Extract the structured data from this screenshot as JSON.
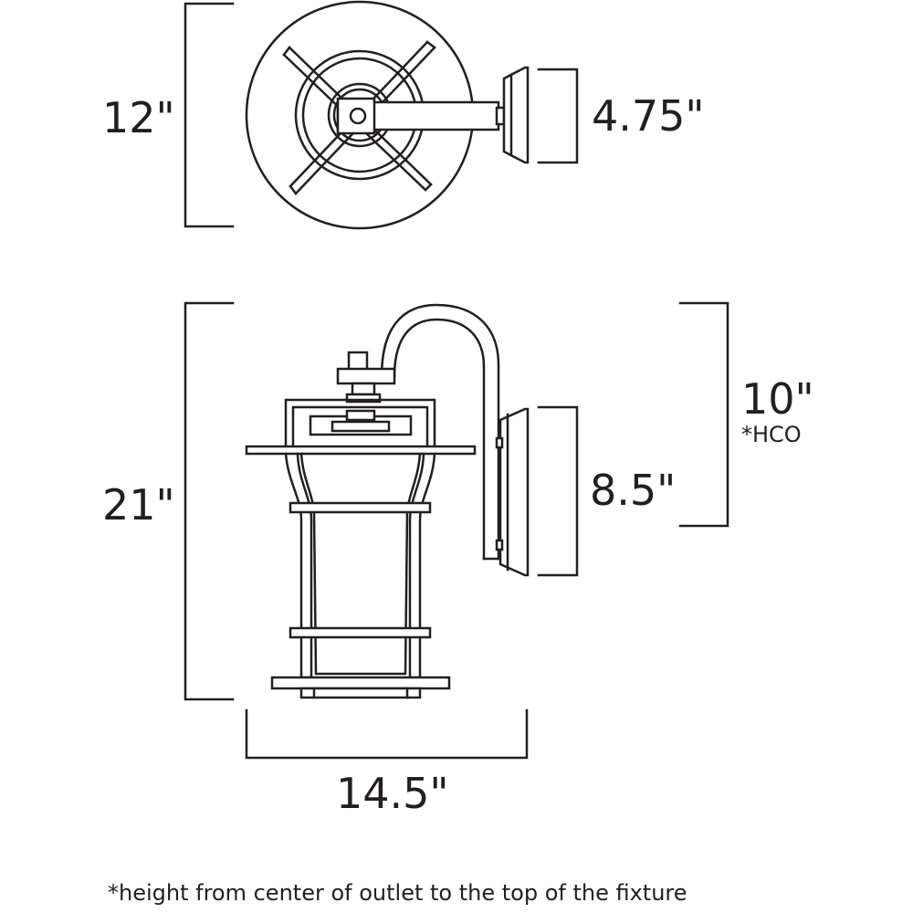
{
  "dimensions": {
    "top_height": "12\"",
    "backplate_width": "4.75\"",
    "overall_height": "21\"",
    "backplate_height": "8.5\"",
    "hco": "10\"",
    "hco_note": "*HCO",
    "overall_width": "14.5\""
  },
  "footnote": "*height from center of outlet to the top of the fixture",
  "colors": {
    "line": "#231f20",
    "background": "#ffffff"
  }
}
